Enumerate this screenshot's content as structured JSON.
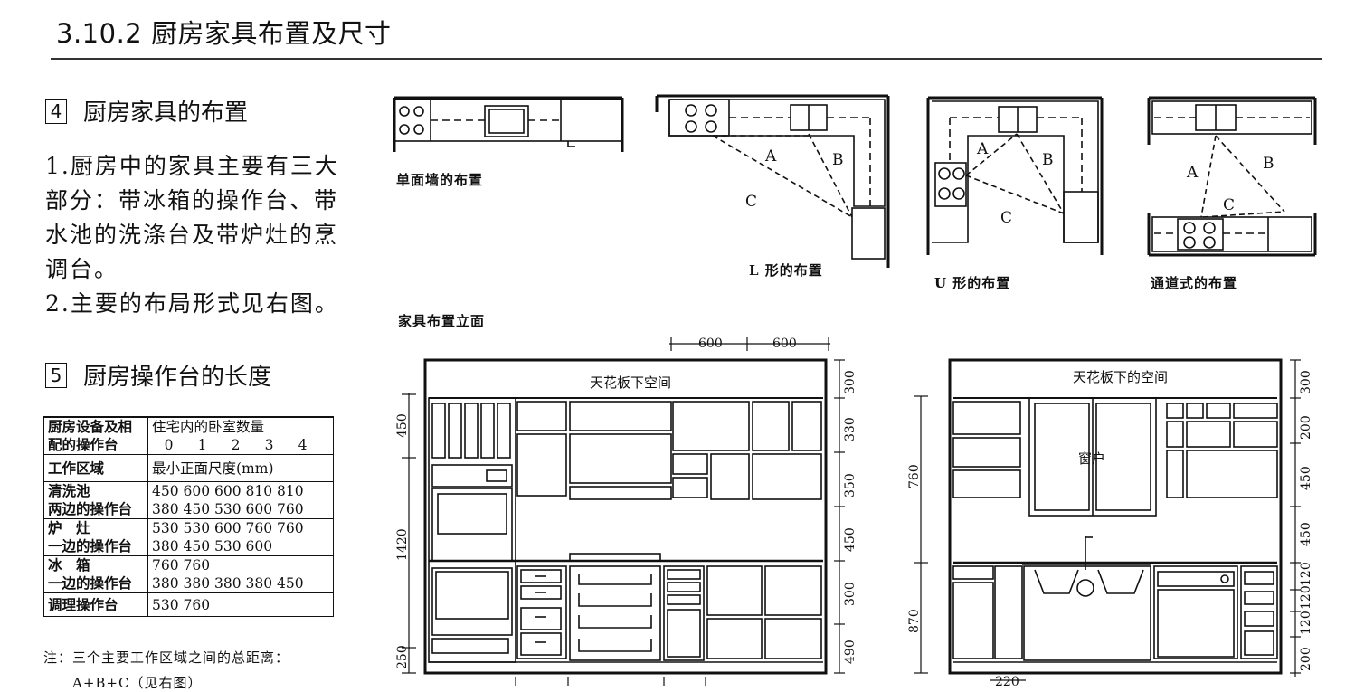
{
  "header": {
    "title": "3.10.2  厨房家具布置及尺寸"
  },
  "section4": {
    "num": "4",
    "title": "厨房家具的布置",
    "lines": [
      "1.厨房中的家具主要有三大",
      "部分：带冰箱的操作台、带",
      "水池的洗涤台及带炉灶的烹",
      "调台。",
      "2.主要的布局形式见右图。"
    ]
  },
  "section5": {
    "num": "5",
    "title": "厨房操作台的长度"
  },
  "table": {
    "header_left": [
      "厨房设备及相",
      "配的操作台"
    ],
    "header_right": "住宅内的卧室数量",
    "bedroom_counts": [
      "0",
      "1",
      "2",
      "3",
      "4"
    ],
    "zone_label": "工作区域",
    "zone_value": "最小正面尺度(mm)",
    "rows": [
      {
        "label": [
          "清洗池",
          "两边的操作台"
        ],
        "values": [
          "450 600 600 810 810",
          "380 450 530 600 760"
        ]
      },
      {
        "label": [
          "炉　灶",
          "一边的操作台"
        ],
        "values": [
          "530 530 600 760 760",
          "380 450 530 600"
        ]
      },
      {
        "label": [
          "冰　箱",
          "一边的操作台"
        ],
        "values": [
          "760 760",
          "380 380 380 380 450"
        ]
      },
      {
        "label": [
          "调理操作台"
        ],
        "values": [
          "530 760"
        ]
      }
    ]
  },
  "note": {
    "line1": "注：三个主要工作区域之间的总距离：",
    "line2": "A+B+C（见右图）"
  },
  "plans": {
    "single": "单面墙的布置",
    "l_shape": "L 形的布置",
    "u_shape": "U 形的布置",
    "corridor": "通道式的布置",
    "letters": {
      "a": "A",
      "b": "B",
      "c": "C"
    }
  },
  "elevation": {
    "caption": "家具布置立面",
    "ceiling_left": "天花板下空间",
    "ceiling_right": "天花板下的空间",
    "window": "窗户",
    "dims_left_v": [
      "450",
      "1420",
      "250"
    ],
    "dims_top": [
      "600",
      "600"
    ],
    "dims_mid_v": [
      "300",
      "330",
      "350",
      "450",
      "300",
      "490"
    ],
    "dims_right_left": [
      "760",
      "870"
    ],
    "dims_right_v": [
      "300",
      "200",
      "450",
      "450",
      "120",
      "120",
      "120",
      "200"
    ],
    "dims_bottom": "220"
  }
}
